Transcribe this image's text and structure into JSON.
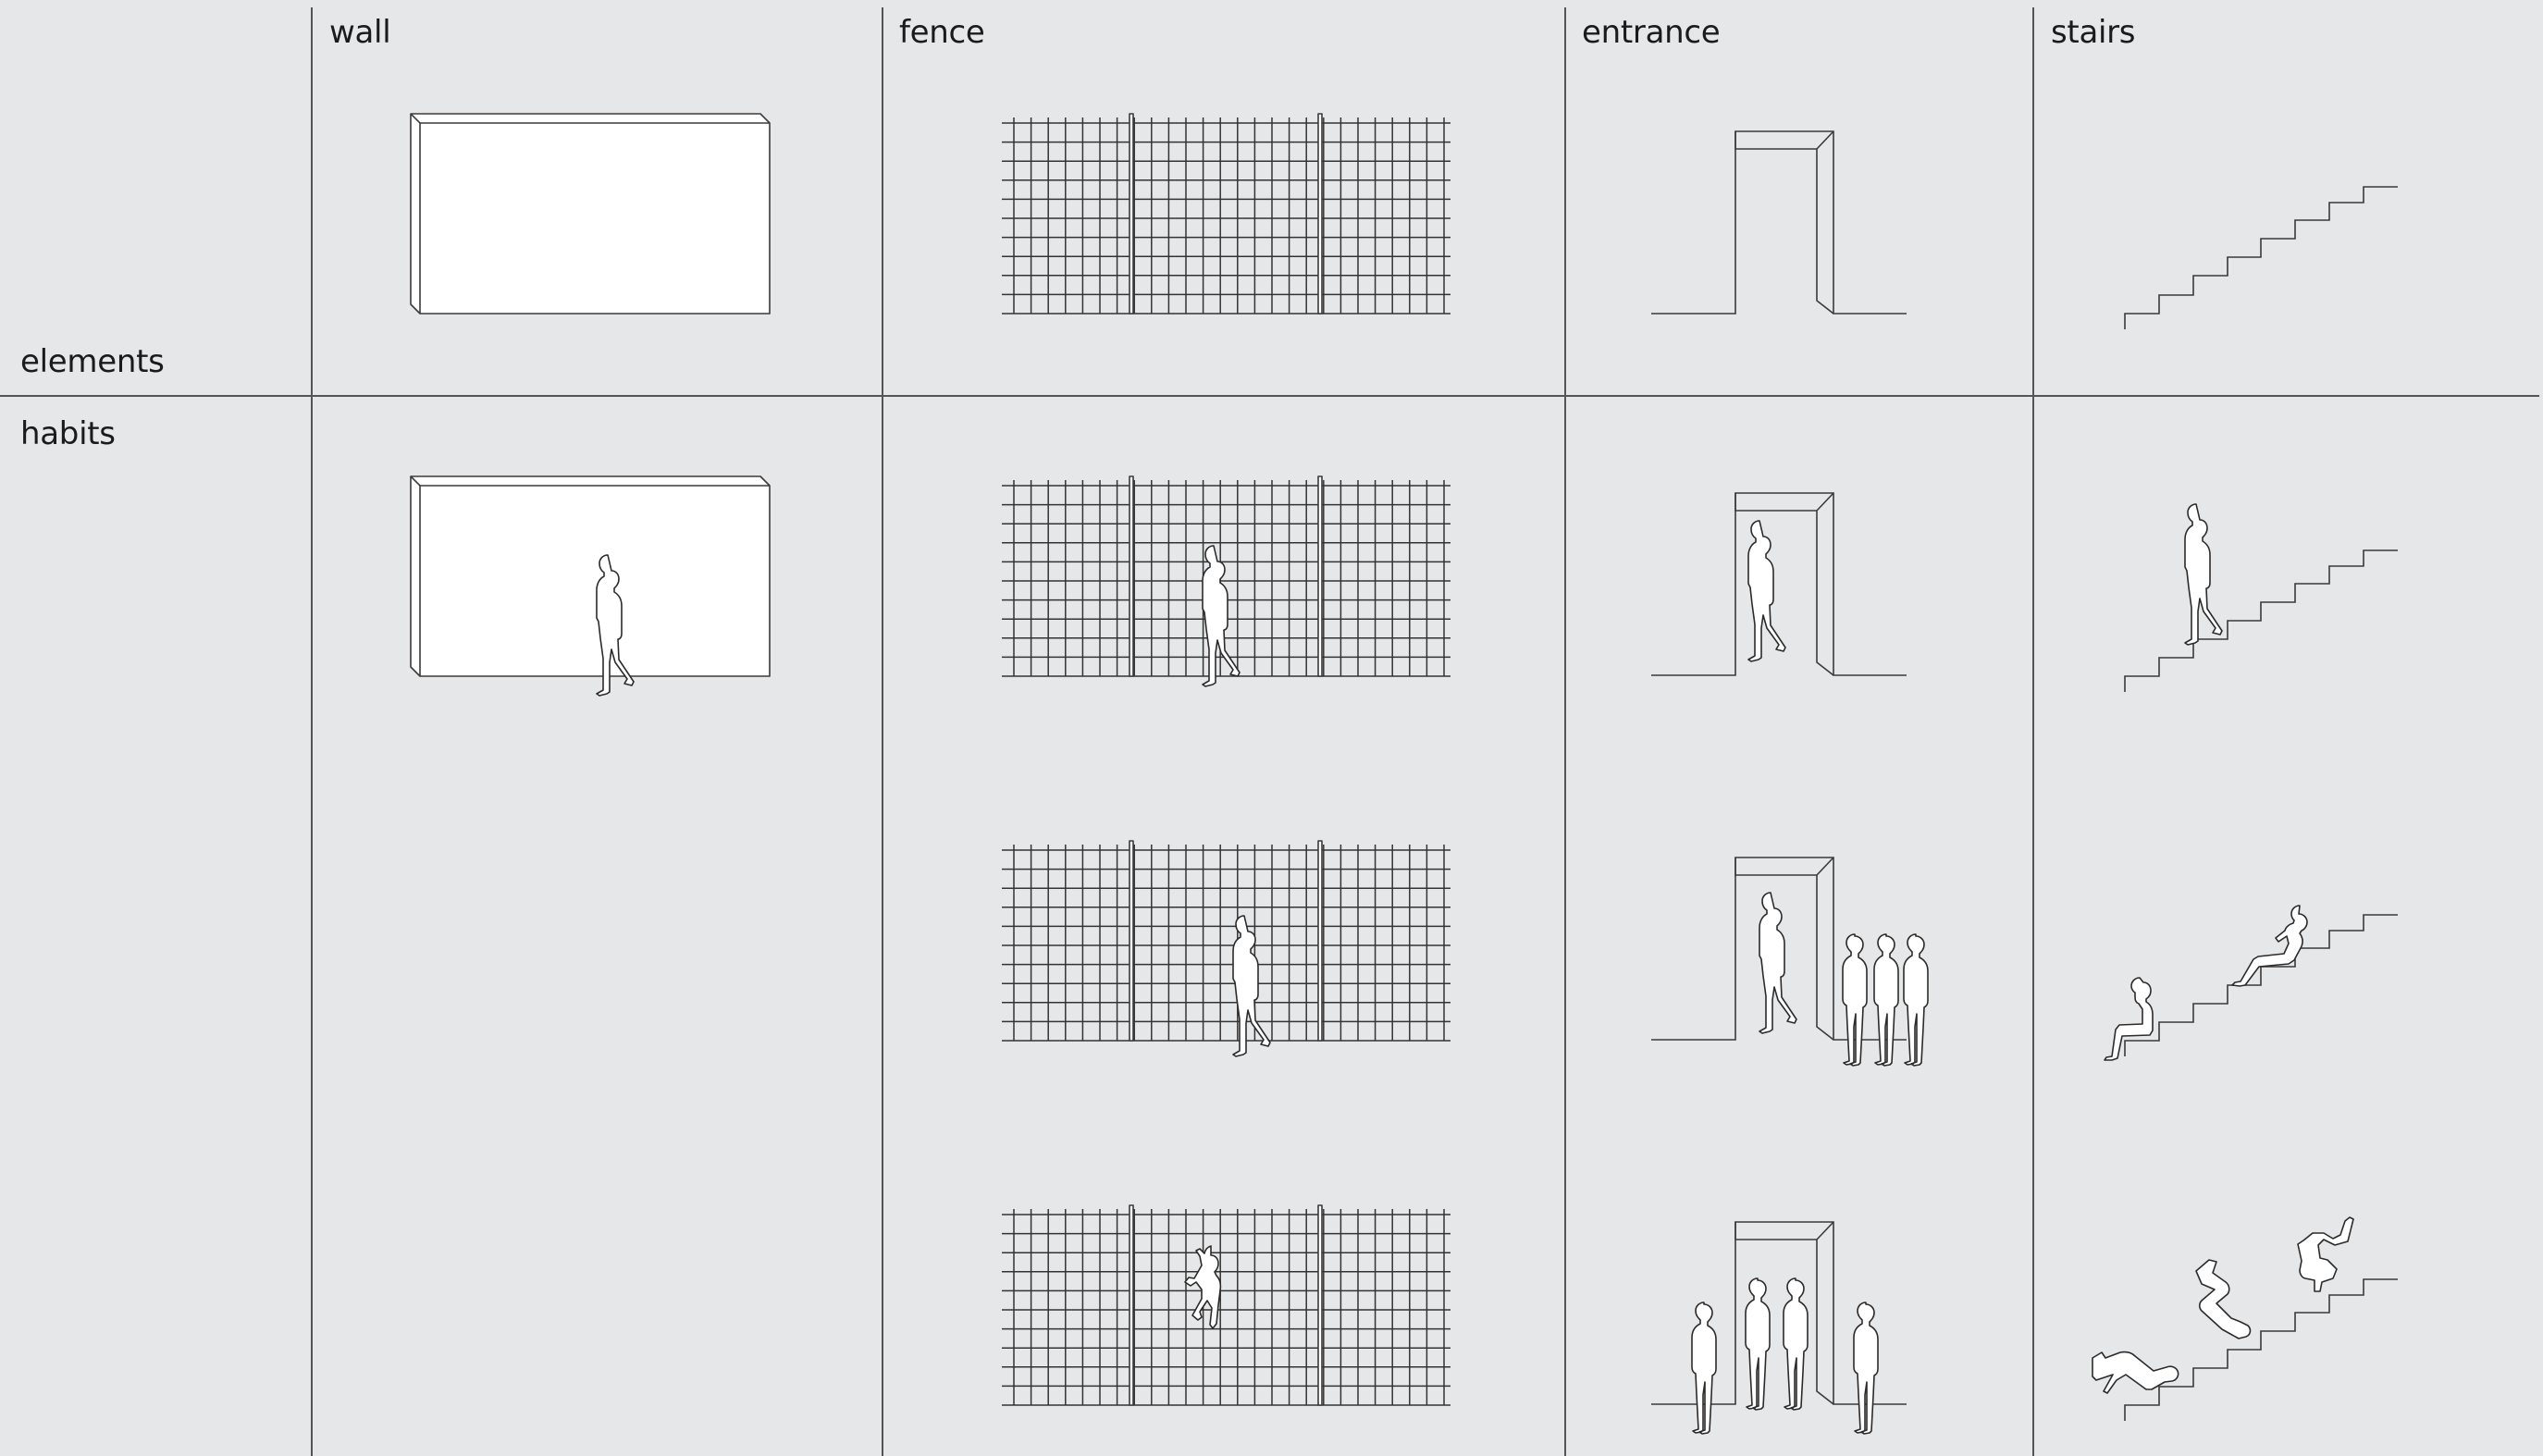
{
  "headers": {
    "wall": "wall",
    "fence": "fence",
    "entrance": "entrance",
    "stairs": "stairs"
  },
  "rows": {
    "elements": "elements",
    "habits": "habits"
  },
  "colors": {
    "background": "#e6e7e9",
    "ink": "#3a3a3a",
    "fill": "#ffffff"
  },
  "icons": [
    "wall-icon",
    "fence-icon",
    "entrance-icon",
    "stairs-icon",
    "person-figure-icon"
  ]
}
